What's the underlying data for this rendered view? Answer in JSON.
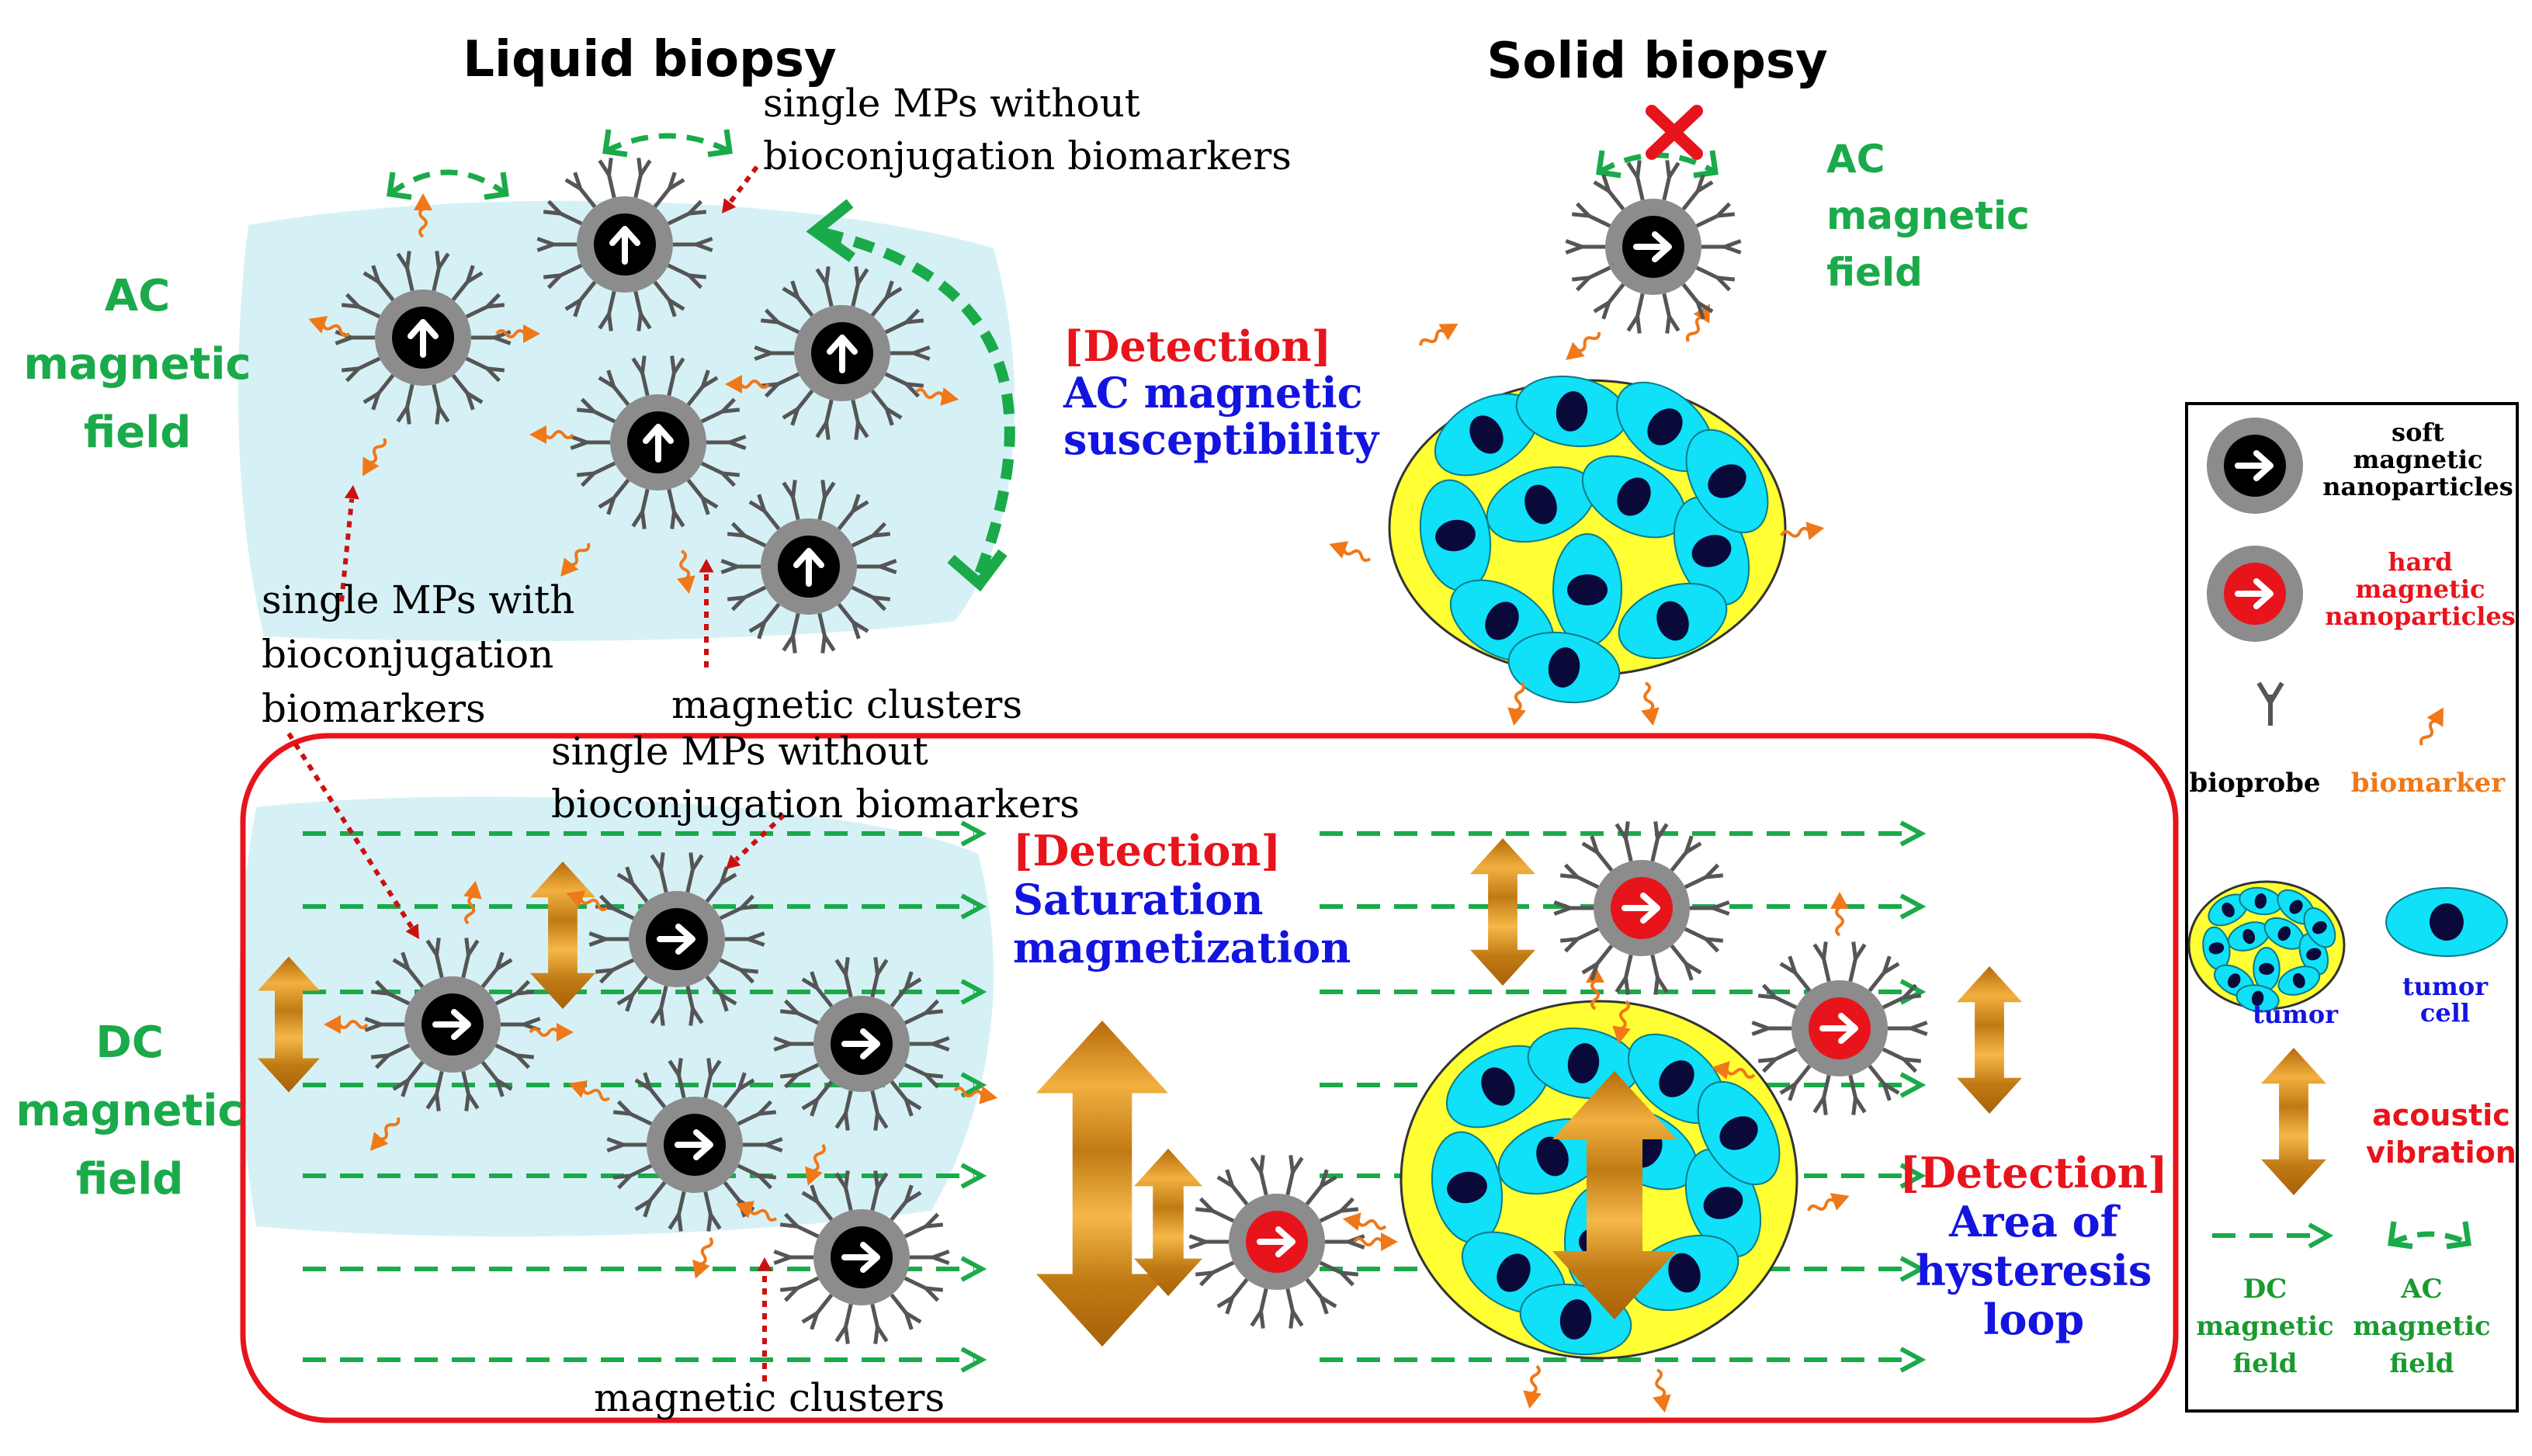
{
  "titles": {
    "liquid": "Liquid biopsy",
    "solid": "Solid biopsy"
  },
  "fields": {
    "ac_left": [
      "AC",
      "magnetic",
      "field"
    ],
    "ac_right": [
      "AC",
      "magnetic",
      "field"
    ],
    "dc_left": [
      "DC",
      "magnetic",
      "field"
    ]
  },
  "annotations": {
    "single_without_top": [
      "single MPs without",
      "bioconjugation biomarkers"
    ],
    "single_with": [
      "single MPs with",
      "bioconjugation",
      "biomarkers"
    ],
    "clusters_top": "magnetic clusters",
    "single_without_bottom": [
      "single MPs without",
      "bioconjugation biomarkers"
    ],
    "clusters_bottom": "magnetic clusters"
  },
  "detections": {
    "ac": {
      "tag": "[Detection]",
      "lines": [
        "AC magnetic",
        "susceptibility"
      ]
    },
    "sat": {
      "tag": "[Detection]",
      "lines": [
        "Saturation",
        "magnetization"
      ]
    },
    "hyst": {
      "tag": "[Detection]",
      "lines": [
        "Area of",
        "hysteresis",
        "loop"
      ]
    }
  },
  "legend": {
    "soft": [
      "soft",
      "magnetic",
      "nanoparticles"
    ],
    "hard": [
      "hard",
      "magnetic",
      "nanoparticles"
    ],
    "bioprobe": "bioprobe",
    "biomarker": "biomarker",
    "tumor": "tumor",
    "tumor_cell": [
      "tumor",
      "cell"
    ],
    "acoustic": [
      "acoustic",
      "vibration"
    ],
    "dc": [
      "DC",
      "magnetic",
      "field"
    ],
    "ac": [
      "AC",
      "magnetic",
      "field"
    ]
  },
  "colors": {
    "field_green": "#1aaa4a",
    "detection_red": "#e8141c",
    "detection_blue": "#1414e0",
    "biomarker_orange": "#f07818",
    "hard_red": "#e8141c",
    "tumor_yellow": "#ffff33",
    "cell_cyan": "#10e0f8",
    "acoustic_gold": "#d08a10"
  }
}
